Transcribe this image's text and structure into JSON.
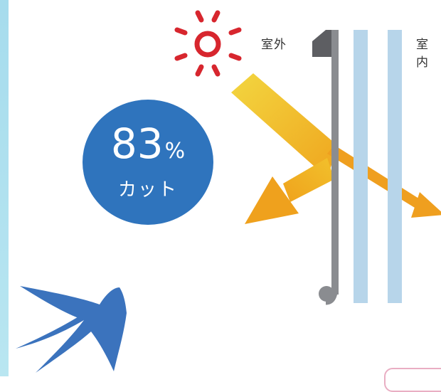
{
  "labels": {
    "outside": "室外",
    "inside": "室内"
  },
  "badge": {
    "value": "83",
    "unit": "%",
    "caption": "カット"
  },
  "colors": {
    "sun": "#d7262e",
    "badge": "#2f74bd",
    "arrow": "#f0ab1e",
    "glass": "#b7d5ea",
    "frame": "#8a8c90",
    "bird": "#3b73bd",
    "strip": "#a6dced"
  },
  "icons": {
    "sun": "sun-icon",
    "bird": "swallow-icon"
  }
}
